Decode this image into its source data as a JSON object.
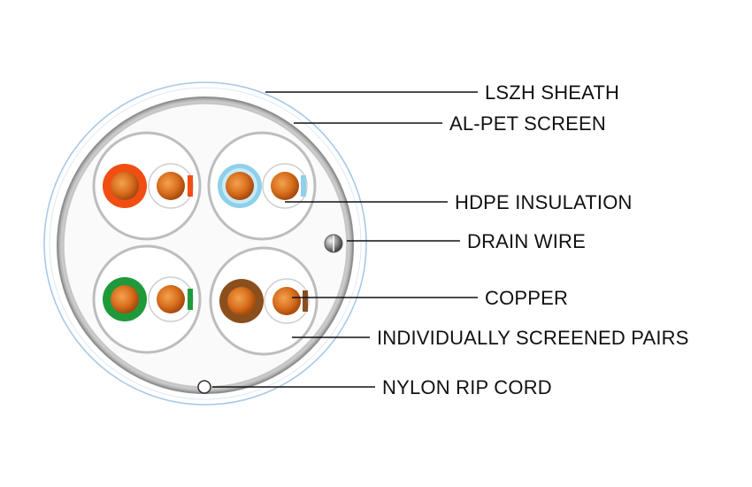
{
  "labels": {
    "lszh_sheath": "LSZH SHEATH",
    "al_pet_screen": "AL-PET SCREEN",
    "hdpe_insulation": "HDPE INSULATION",
    "drain_wire": "DRAIN WIRE",
    "copper": "COPPER",
    "individually_screened_pairs": "INDIVIDUALLY SCREENED PAIRS",
    "nylon_rip_cord": "NYLON RIP CORD"
  },
  "colors": {
    "background": "#ffffff",
    "sheath_outline": "#a8c8e8",
    "screen_ring": "#9a9a9a",
    "pair_screen": "#b8b8b8",
    "copper": "#d9701e",
    "copper_dark": "#b85410",
    "pair_orange": "#f04e12",
    "pair_blue": "#8fd0ea",
    "pair_green": "#1f9a3a",
    "pair_brown": "#8b4f1e",
    "white_insulation": "#ffffff",
    "leader_line": "#111111"
  },
  "pairs": [
    {
      "name": "orange-pair",
      "color": "#f04e12"
    },
    {
      "name": "blue-pair",
      "color": "#8fd0ea"
    },
    {
      "name": "green-pair",
      "color": "#1f9a3a"
    },
    {
      "name": "brown-pair",
      "color": "#8b4f1e"
    }
  ]
}
